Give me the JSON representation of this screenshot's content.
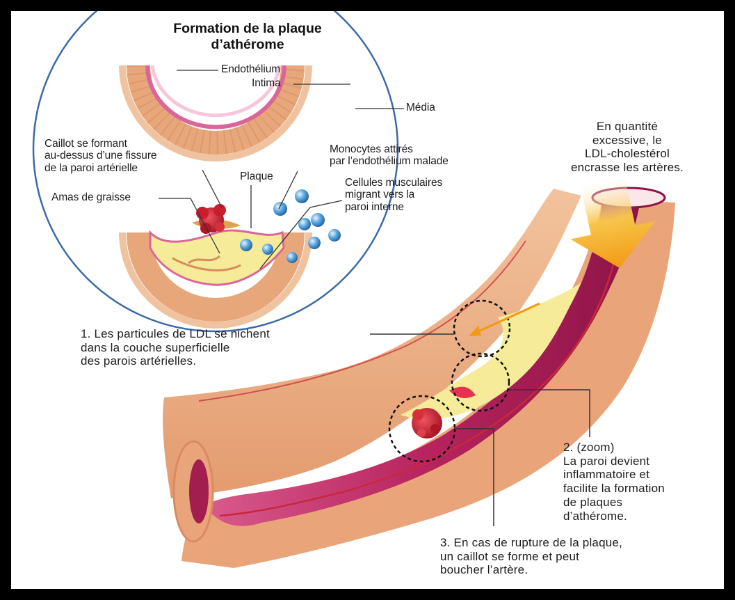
{
  "title": "Formation\nde la plaque d’athérome",
  "inset_labels": {
    "endothelium": "Endothélium",
    "intima": "Intima",
    "media": "Média",
    "caillot": "Caillot se formant\nau-dessus d’une fissure\nde la paroi artérielle",
    "plaque": "Plaque",
    "monocytes": "Monocytes attirés\npar l’endothélium malade",
    "cellules": "Cellules musculaires\nmigrant vers la\nparoi interne",
    "amas": "Amas de graisse"
  },
  "main_labels": {
    "ldl_excess": "En quantité\nexcessive, le\nLDL-cholestérol\nencrasse les artères.",
    "step1": "1. Les particules de LDL se nichent\ndans la couche superficielle\ndes parois artérielles.",
    "step2": "2. (zoom)\nLa paroi devient\ninflammatoire et\nfacilite la formation\nde plaques\nd’athérome.",
    "step3": "3. En cas de rupture de la plaque,\nun caillot se forme et peut\nboucher l’artère."
  },
  "colors": {
    "artery_wall": "#e8a77a",
    "artery_outer": "#f3c9a6",
    "lumen": "#b8245f",
    "lumen_light": "#e46b9a",
    "plaque_fat": "#f5eb98",
    "clot": "#c21e2e",
    "monocyte": "#3b8fd0",
    "arrow": "#f4a81c"
  }
}
